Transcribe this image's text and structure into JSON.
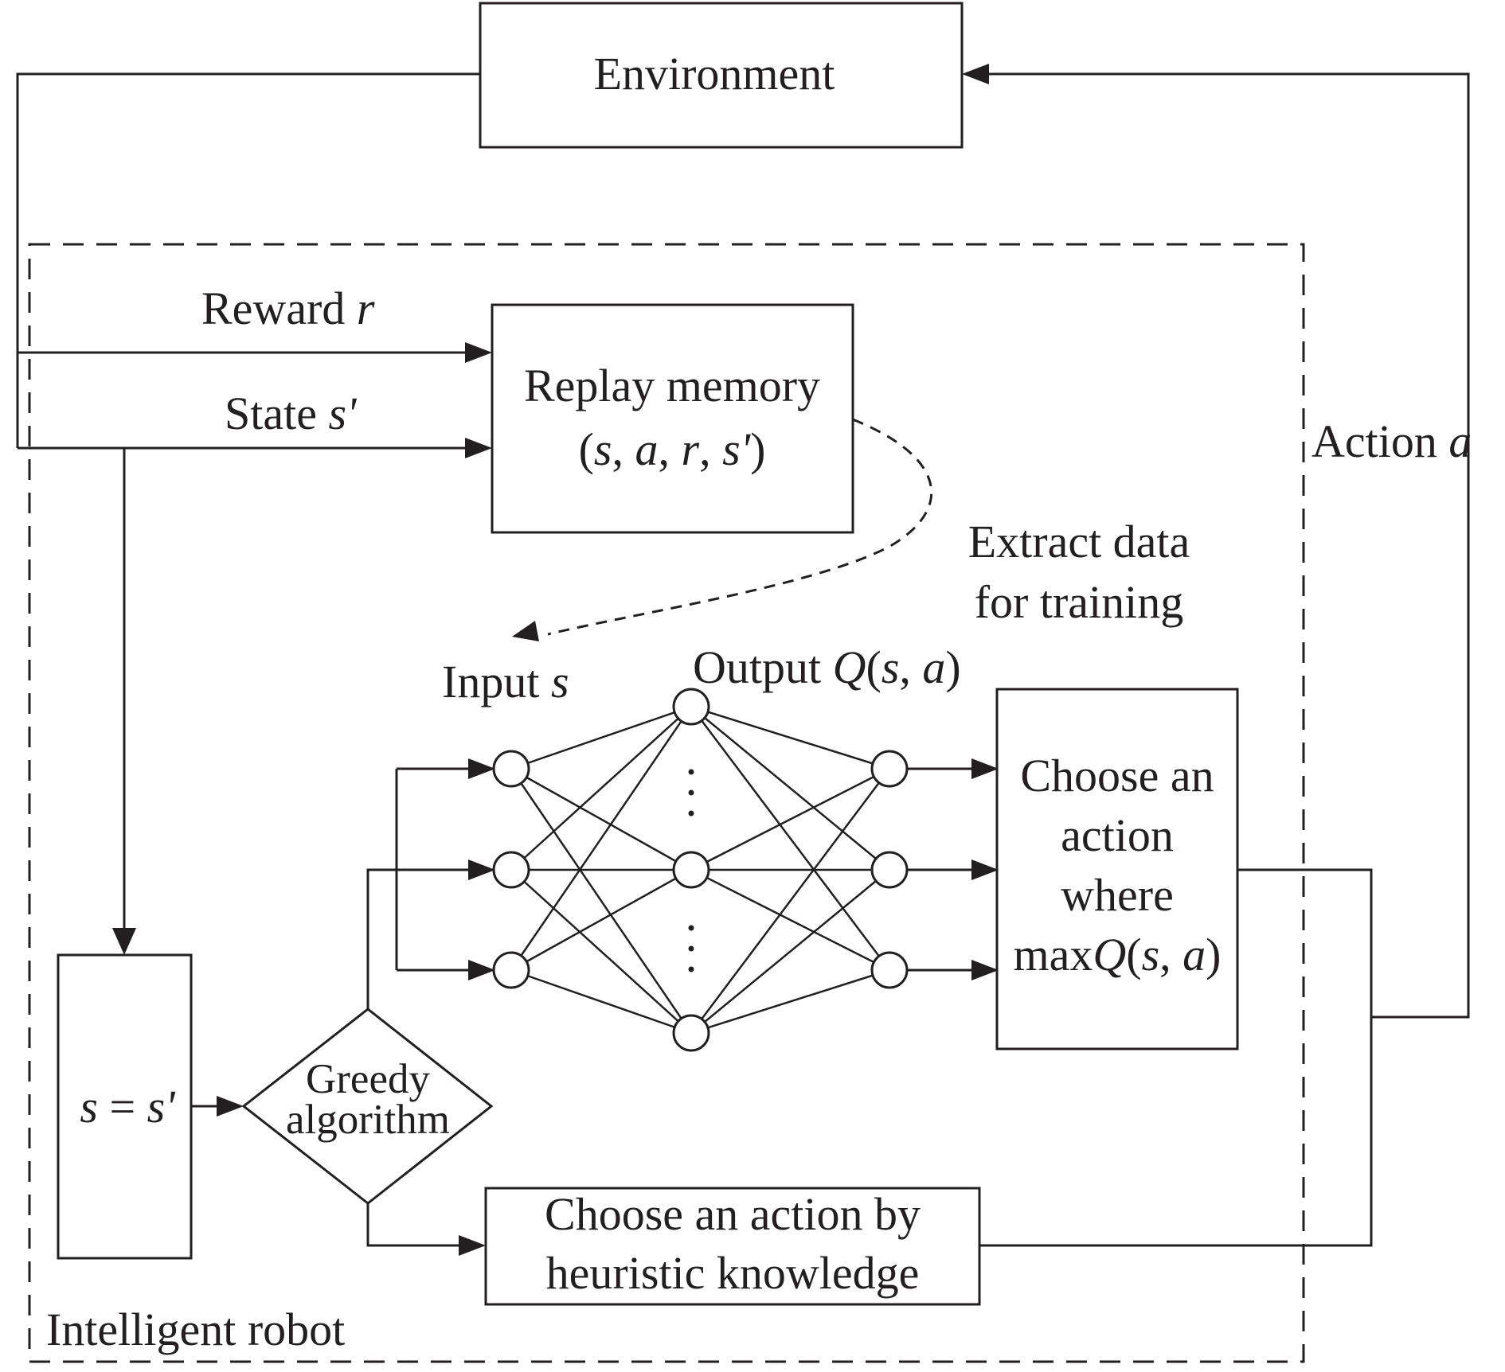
{
  "environment": {
    "label": "Environment"
  },
  "robot": {
    "label": "Intelligent robot"
  },
  "reward": {
    "prefix": "Reward ",
    "var": "r"
  },
  "state": {
    "prefix": "State ",
    "var": "s'"
  },
  "replay": {
    "line1": "Replay memory",
    "line2": {
      "open": "(",
      "s": "s",
      "sep1": ", ",
      "a": "a",
      "sep2": ", ",
      "r": "r",
      "sep3": ", ",
      "sp": "s'",
      "close": ")"
    }
  },
  "extract": {
    "line1": "Extract data",
    "line2": "for training"
  },
  "input": {
    "prefix": "Input ",
    "var": "s"
  },
  "output": {
    "prefix": "Output ",
    "q": "Q",
    "open": "(",
    "s": "s",
    "sep": ", ",
    "a": "a",
    "close": ")"
  },
  "assign": {
    "s": "s",
    "eq": " = ",
    "sp": "s'"
  },
  "greedy": {
    "line1": "Greedy",
    "line2": "algorithm"
  },
  "choose_max": {
    "line1": "Choose an",
    "line2": "action",
    "line3": "where",
    "line4": {
      "prefix": "max",
      "q": "Q",
      "open": "(",
      "s": "s",
      "sep": ", ",
      "a": "a",
      "close": ")"
    }
  },
  "heuristic": {
    "line1": "Choose an action by",
    "line2": "heuristic knowledge"
  },
  "action": {
    "prefix": "Action ",
    "var": "a"
  },
  "colors": {
    "ink": "#231f20",
    "background": "#ffffff"
  }
}
